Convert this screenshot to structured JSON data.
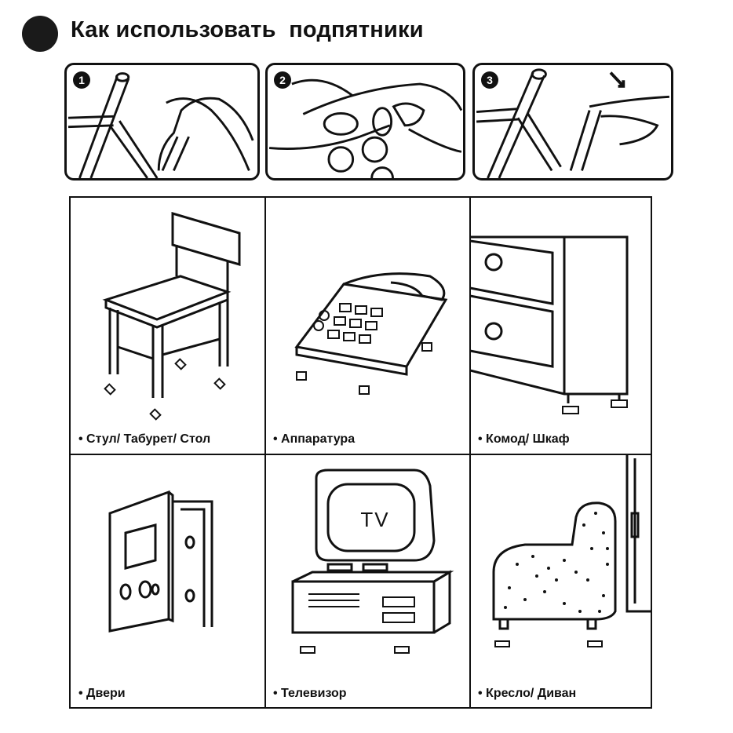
{
  "title": "Как использовать  подпятники",
  "steps": [
    {
      "number": "1"
    },
    {
      "number": "2"
    },
    {
      "number": "3"
    }
  ],
  "items": [
    {
      "label": "• Стул/ Табурет/ Стол"
    },
    {
      "label": "• Аппаратура"
    },
    {
      "label": "• Комод/ Шкаф"
    },
    {
      "label": "• Двери"
    },
    {
      "label": "• Телевизор",
      "screen_text": "TV"
    },
    {
      "label": "• Кресло/ Диван"
    }
  ]
}
